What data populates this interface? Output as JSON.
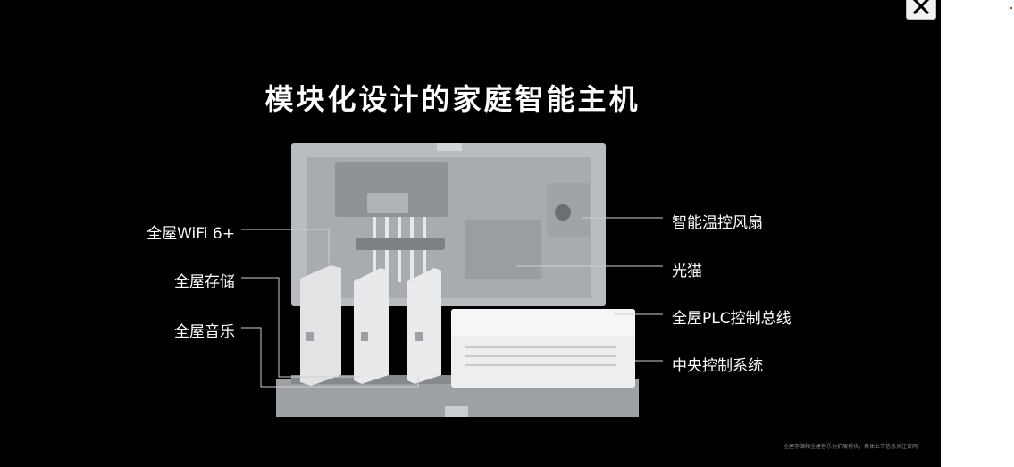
{
  "slide": {
    "title": "模块化设计的家庭智能主机",
    "footnote": "全屋存储和全屋音乐为扩展模块，具体上市信息关注官网"
  },
  "labels_left": {
    "wifi": "全屋WiFi 6+",
    "storage": "全屋存储",
    "music": "全屋音乐"
  },
  "labels_right": {
    "fan": "智能温控风扇",
    "modem": "光猫",
    "plc": "全屋PLC控制总线",
    "central": "中央控制系统"
  },
  "viewer": {
    "close_icon": "close-icon"
  },
  "colors": {
    "background": "#000000",
    "text": "#ffffff",
    "housing": "#c3c7cb",
    "module": "#e4e6e8"
  }
}
